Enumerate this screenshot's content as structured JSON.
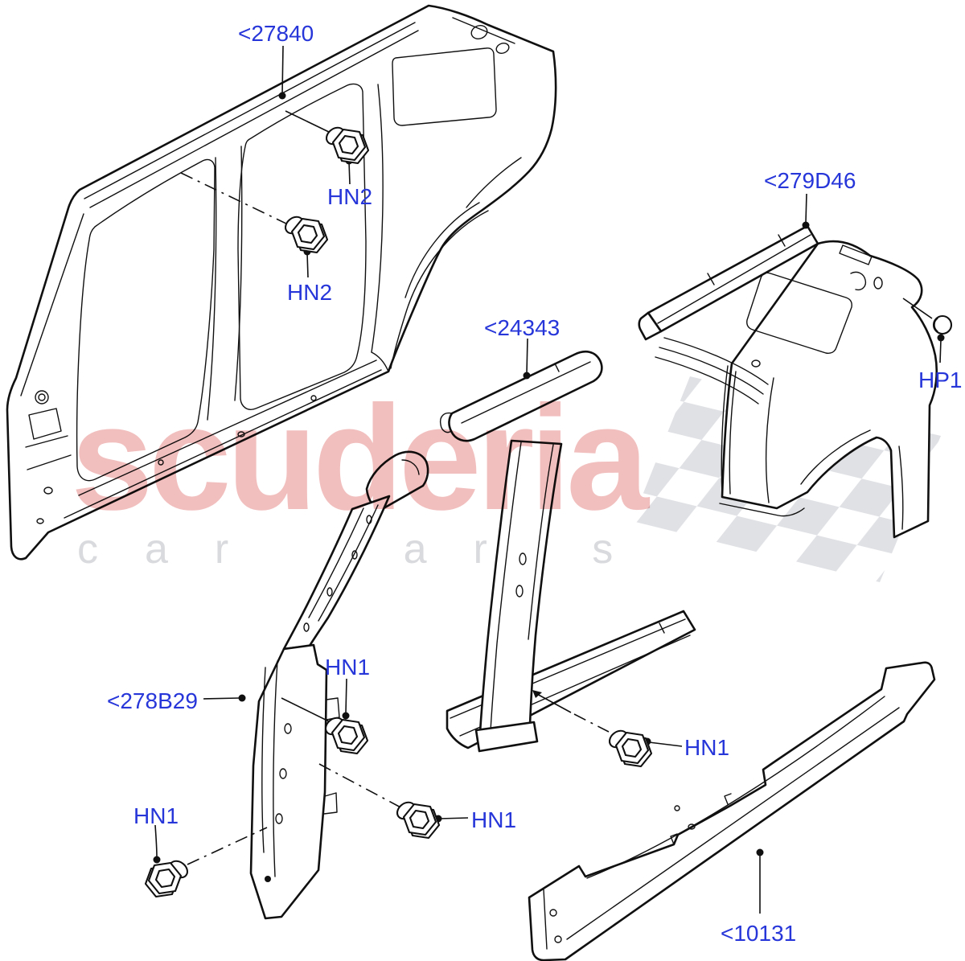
{
  "diagram": {
    "kind": "vehicle body side panels exploded parts diagram",
    "background": "#ffffff"
  },
  "watermark": {
    "brand_text": "scuderia",
    "sub_text": "car parts"
  },
  "callouts": [
    {
      "id": "27840",
      "text": "<27840",
      "type": "part-number"
    },
    {
      "id": "HN2-upper",
      "text": "HN2",
      "type": "fastener-nut"
    },
    {
      "id": "HN2-lower",
      "text": "HN2",
      "type": "fastener-nut"
    },
    {
      "id": "279D46",
      "text": "<279D46",
      "type": "part-number"
    },
    {
      "id": "HP1",
      "text": "HP1",
      "type": "plug"
    },
    {
      "id": "24343",
      "text": "<24343",
      "type": "part-number"
    },
    {
      "id": "278B29",
      "text": "<278B29",
      "type": "part-number"
    },
    {
      "id": "HN1-apillar",
      "text": "HN1",
      "type": "fastener-nut"
    },
    {
      "id": "HN1-bpillar",
      "text": "HN1",
      "type": "fastener-nut"
    },
    {
      "id": "HN1-lower-left",
      "text": "HN1",
      "type": "fastener-nut"
    },
    {
      "id": "HN1-rocker",
      "text": "HN1",
      "type": "fastener-nut"
    },
    {
      "id": "10131",
      "text": "<10131",
      "type": "part-number"
    }
  ],
  "icons": {
    "fastener": "hex-flange-nut-icon",
    "plug": "grommet-plug-icon",
    "watermark_flag": "checkered-flag-watermark"
  },
  "colors": {
    "callout_text": "#2636d9",
    "line_art": "#101010",
    "watermark_brand": "#f2bfbf",
    "watermark_sub": "#d9dadd",
    "flag_check": "#e0e1e5",
    "background": "#ffffff"
  }
}
